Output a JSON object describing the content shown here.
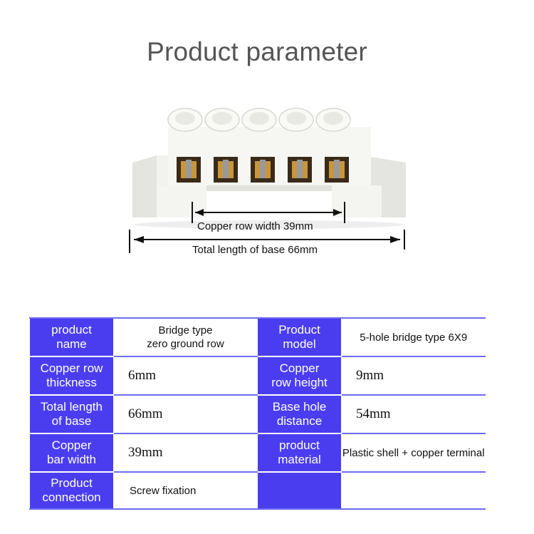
{
  "title": "Product parameter",
  "figure": {
    "copper_row_width_label": "Copper row width 39mm",
    "total_length_label": "Total length of base 66mm"
  },
  "table": {
    "rows": [
      [
        "product\nname",
        "Bridge type\nzero ground row",
        "Product\nmodel",
        "5-hole bridge type 6X9"
      ],
      [
        "Copper row\nthickness",
        "6mm",
        "Copper\nrow height",
        "9mm"
      ],
      [
        "Total length\nof base",
        "66mm",
        "Base hole\ndistance",
        "54mm"
      ],
      [
        "Copper\nbar width",
        "39mm",
        "product\nmaterial",
        "Plastic shell + copper terminal"
      ],
      [
        "Product\nconnection",
        "Screw fixation",
        "",
        ""
      ]
    ]
  }
}
